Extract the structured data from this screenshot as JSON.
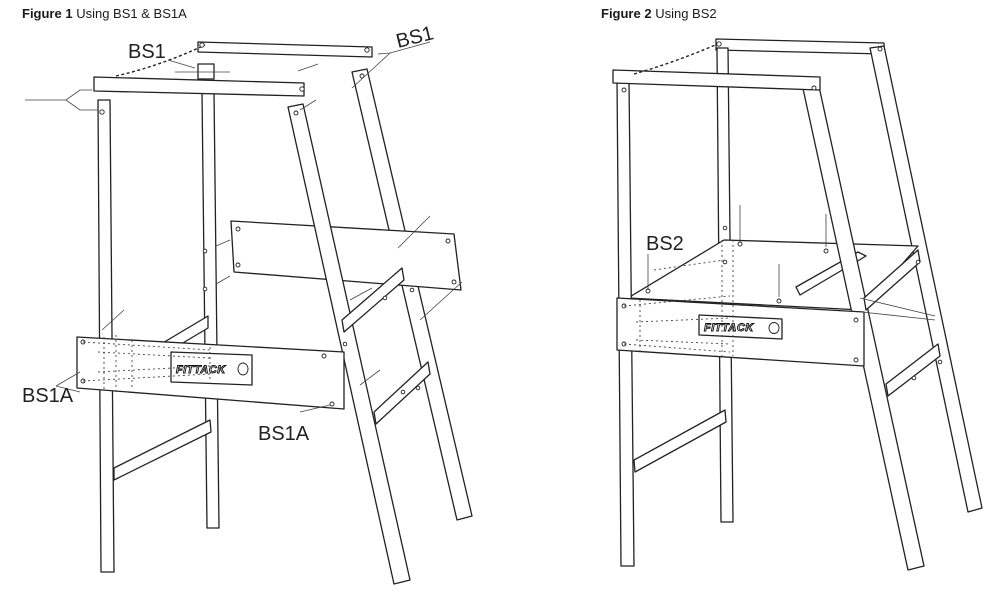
{
  "figure1": {
    "caption_label": "Figure 1",
    "caption_text": "Using BS1 & BS1A",
    "callouts": {
      "bs1_left": "BS1",
      "bs1_right": "BS1",
      "bs1a_left": "BS1A",
      "bs1a_right": "BS1A"
    },
    "logo_text": "FITTACK"
  },
  "figure2": {
    "caption_label": "Figure 2",
    "caption_text": "Using BS2",
    "callouts": {
      "bs2": "BS2"
    },
    "logo_text": "FITTACK"
  }
}
